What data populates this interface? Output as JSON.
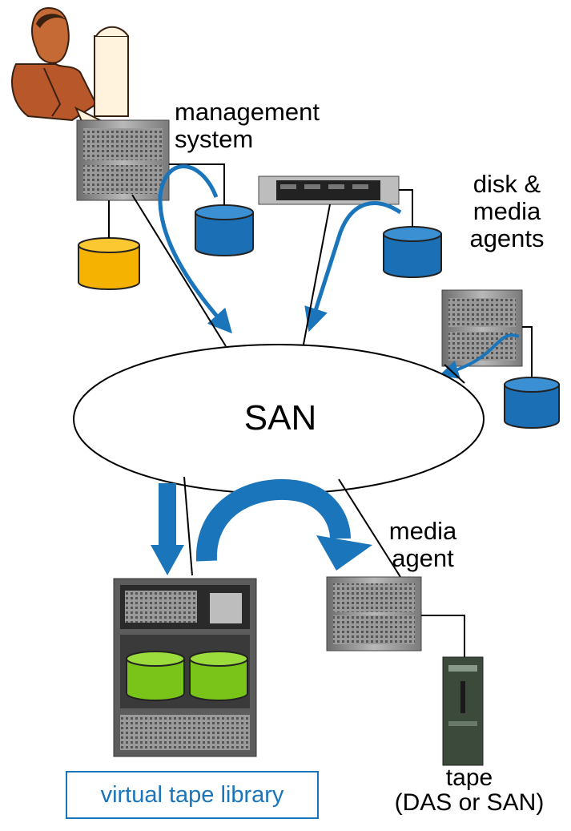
{
  "labels": {
    "management_system": [
      "management",
      "system"
    ],
    "disk_media_agents": [
      "disk &",
      "media",
      "agents"
    ],
    "san": "SAN",
    "media_agent": [
      "media",
      "agent"
    ],
    "tape": [
      "tape",
      "(DAS or SAN)"
    ],
    "virtual_tape_library": "virtual tape library"
  },
  "colors": {
    "arrow_blue": "#1b75bb",
    "disk_blue": "#1a6fb5",
    "disk_yellow": "#f5b300",
    "disk_green": "#7ac41a",
    "server_gray": "#8d8d8d"
  }
}
